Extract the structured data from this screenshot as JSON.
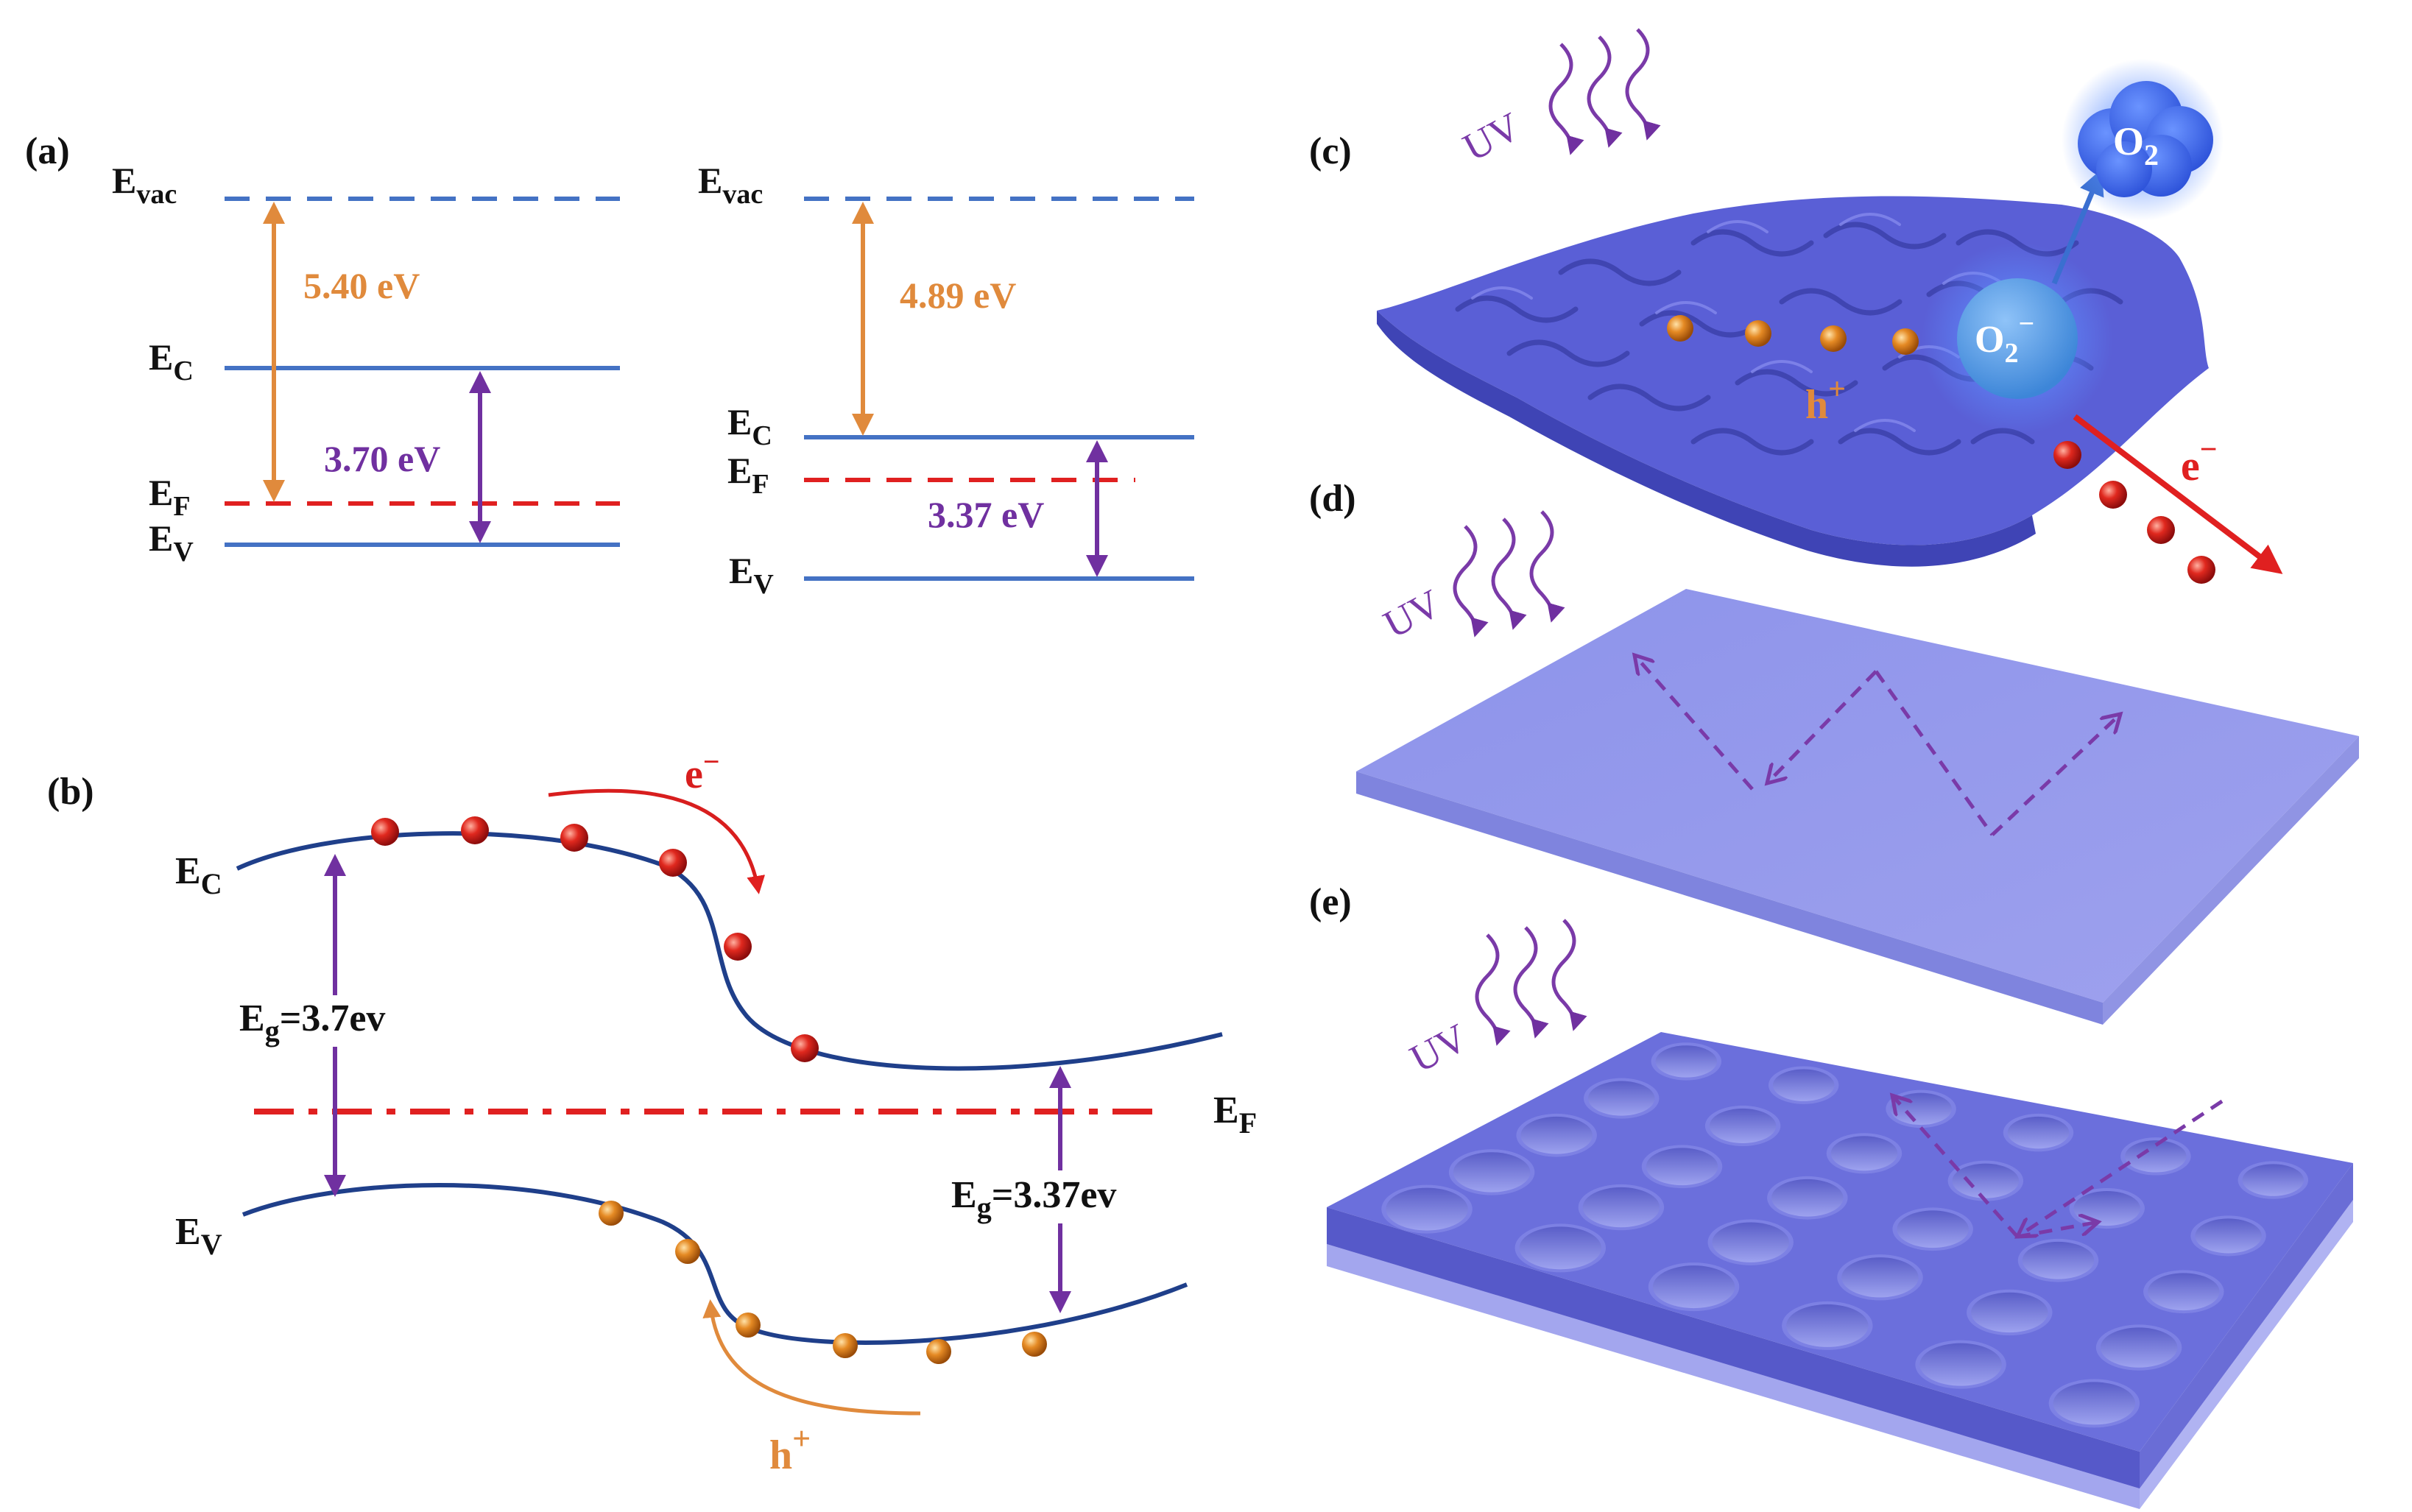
{
  "panels": {
    "a": "(a)",
    "b": "(b)",
    "c": "(c)",
    "d": "(d)",
    "e": "(e)"
  },
  "panel_a": {
    "left": {
      "evac": {
        "main": "E",
        "sub": "vac"
      },
      "ec": {
        "main": "E",
        "sub": "C"
      },
      "ef": {
        "main": "E",
        "sub": "F"
      },
      "ev": {
        "main": "E",
        "sub": "V"
      },
      "work_function": "5.40 eV",
      "band_gap": "3.70 eV"
    },
    "right": {
      "evac": {
        "main": "E",
        "sub": "vac"
      },
      "ec": {
        "main": "E",
        "sub": "C"
      },
      "ef": {
        "main": "E",
        "sub": "F"
      },
      "ev": {
        "main": "E",
        "sub": "V"
      },
      "work_function": "4.89 eV",
      "band_gap": "3.37 eV"
    }
  },
  "panel_b": {
    "ec": {
      "main": "E",
      "sub": "C"
    },
    "ev": {
      "main": "E",
      "sub": "V"
    },
    "ef": {
      "main": "E",
      "sub": "F"
    },
    "eg_left": {
      "main": "E",
      "sub": "g",
      "tail": "=3.7ev"
    },
    "eg_right": {
      "main": "E",
      "sub": "g",
      "tail": "=3.37ev"
    },
    "electron": {
      "main": "e",
      "sup": "−"
    },
    "hole": {
      "main": "h",
      "sup": "+"
    }
  },
  "panel_c": {
    "uv": "UV",
    "o2": {
      "main": "O",
      "sub": "2"
    },
    "o2_minus": {
      "main": "O",
      "sub": "2",
      "sup": "−"
    },
    "hole": {
      "main": "h",
      "sup": "+"
    },
    "electron": {
      "main": "e",
      "sup": "−"
    }
  },
  "panel_d": {
    "uv": "UV"
  },
  "panel_e": {
    "uv": "UV"
  },
  "colors": {
    "level_blue": "#4472c4",
    "fermi_red": "#e02020",
    "arrow_orange": "#e08a3c",
    "arrow_purple": "#7030a0",
    "band_navy": "#1f3f8a",
    "electron_red": "#d81e1e",
    "hole_orange": "#e0801c",
    "film_blue": "#6b6fdc"
  }
}
